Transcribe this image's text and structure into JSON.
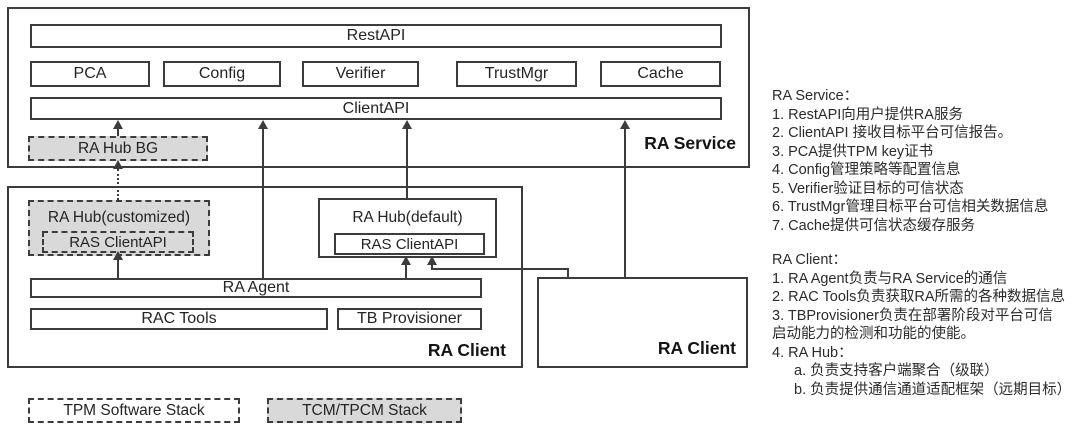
{
  "colors": {
    "line": "#3c3c3c",
    "gray_fill": "#d9d9d9",
    "text": "#242424"
  },
  "ra_service": {
    "label": "RA Service",
    "rest_api": "RestAPI",
    "components": [
      "PCA",
      "Config",
      "Verifier",
      "TrustMgr",
      "Cache"
    ],
    "client_api": "ClientAPI",
    "hub_bg": "RA Hub BG"
  },
  "ra_client_main": {
    "label": "RA Client",
    "hub_customized": "RA Hub(customized)",
    "hub_customized_api": "RAS ClientAPI",
    "hub_default": "RA Hub(default)",
    "hub_default_api": "RAS ClientAPI",
    "agent": "RA Agent",
    "rac_tools": "RAC Tools",
    "tb_provisioner": "TB Provisioner"
  },
  "ra_client_secondary": {
    "label": "RA Client"
  },
  "legend": {
    "tpm_stack": "TPM Software Stack",
    "tcm_stack": "TCM/TPCM Stack"
  },
  "notes": {
    "service_lines": [
      "RA Service：",
      "1. RestAPI向用户提供RA服务",
      "2. ClientAPI 接收目标平台可信报告。",
      "3. PCA提供TPM key证书",
      "4. Config管理策略等配置信息",
      "5. Verifier验证目标的可信状态",
      "6. TrustMgr管理目标平台可信相关数据信息",
      "7. Cache提供可信状态缓存服务"
    ],
    "client_lines": [
      "RA Client：",
      "1. RA Agent负责与RA Service的通信",
      "2. RAC Tools负责获取RA所需的各种数据信息",
      "3. TBProvisioner负责在部署阶段对平台可信",
      "启动能力的检测和功能的使能。",
      "4. RA Hub：",
      "a. 负责支持客户端聚合（级联）",
      "b. 负责提供通信通道适配框架（远期目标）"
    ]
  }
}
